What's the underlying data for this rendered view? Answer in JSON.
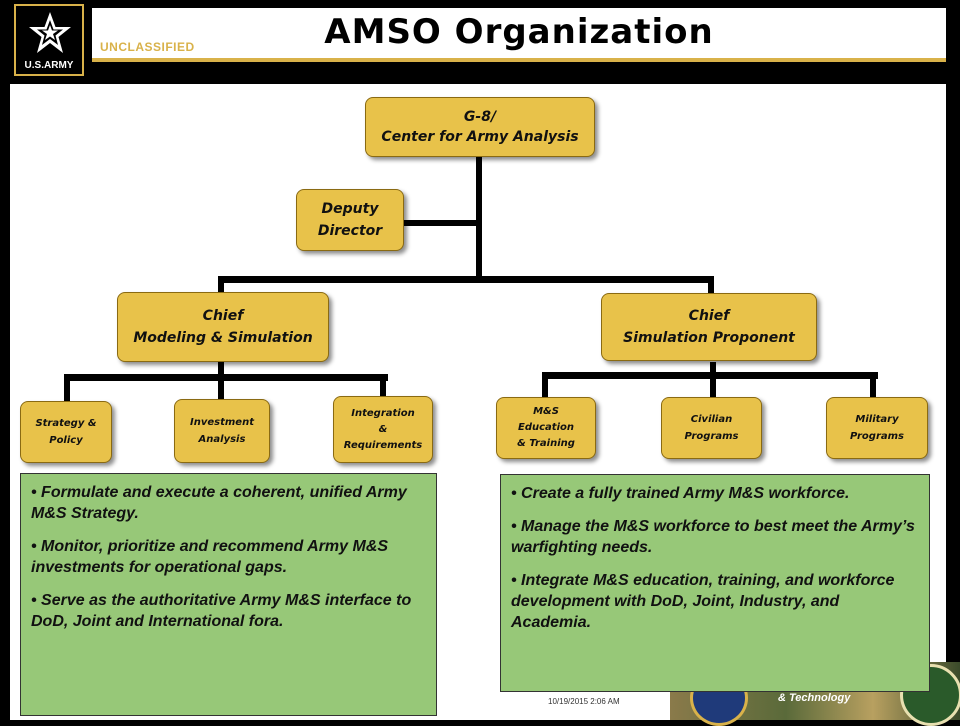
{
  "header": {
    "title": "AMSO Organization",
    "classification": "UNCLASSIFIED",
    "logo_text": "U.S.ARMY"
  },
  "org": {
    "top": {
      "line1": "G-8/",
      "line2": "Center for Army Analysis"
    },
    "deputy": {
      "line1": "Deputy",
      "line2": "Director"
    },
    "chief_left": {
      "line1": "Chief",
      "line2": "Modeling & Simulation"
    },
    "chief_right": {
      "line1": "Chief",
      "line2": "Simulation Proponent"
    },
    "left_units": [
      {
        "line1": "Strategy &",
        "line2": "Policy"
      },
      {
        "line1": "Investment",
        "line2": "Analysis"
      },
      {
        "line1": "Integration",
        "line2": "&",
        "line3": "Requirements"
      }
    ],
    "right_units": [
      {
        "line1": "M&S",
        "line2": "Education",
        "line3": "& Training"
      },
      {
        "line1": "Civilian",
        "line2": "Programs"
      },
      {
        "line1": "Military",
        "line2": "Programs"
      }
    ]
  },
  "left_bullets": [
    "• Formulate and execute a coherent, unified Army  M&S Strategy.",
    "• Monitor, prioritize and recommend Army M&S investments for operational gaps.",
    "• Serve as the authoritative Army M&S interface to DoD, Joint and International fora."
  ],
  "right_bullets": [
    "• Create a fully trained Army M&S workforce.",
    "• Manage the M&S workforce to best meet the Army’s warfighting needs.",
    "• Integrate M&S education, training, and workforce development with DoD, Joint, Industry, and Academia."
  ],
  "footer": {
    "date": "10/19/2015  2:06 AM",
    "corner_text": "& Technology"
  },
  "colors": {
    "box_fill": "#e8c24a",
    "green_fill": "#97c878",
    "accent_gold": "#d9b24a"
  }
}
